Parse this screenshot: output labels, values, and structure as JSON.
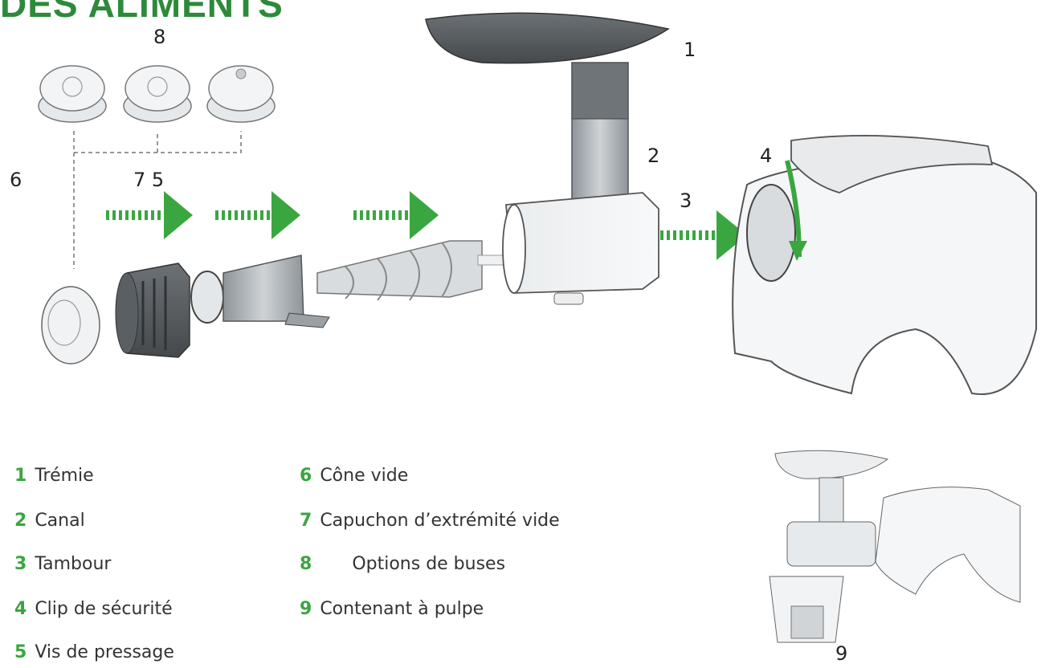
{
  "header": {
    "title": "DES ALIMENTS"
  },
  "diagram": {
    "callouts": [
      "1",
      "2",
      "3",
      "4",
      "6",
      "7 5",
      "8",
      "9"
    ],
    "accent_color": "#3aa640",
    "legend": [
      {
        "num": "1",
        "label": "Trémie"
      },
      {
        "num": "2",
        "label": "Canal"
      },
      {
        "num": "3",
        "label": "Tambour"
      },
      {
        "num": "4",
        "label": "Clip de sécurité"
      },
      {
        "num": "5",
        "label": "Vis de pressage"
      },
      {
        "num": "6",
        "label": "Cône vide"
      },
      {
        "num": "7",
        "label": "Capuchon d’extrémité vide"
      },
      {
        "num": "8",
        "label": "Options de buses"
      },
      {
        "num": "9",
        "label": "Contenant à pulpe"
      }
    ]
  }
}
